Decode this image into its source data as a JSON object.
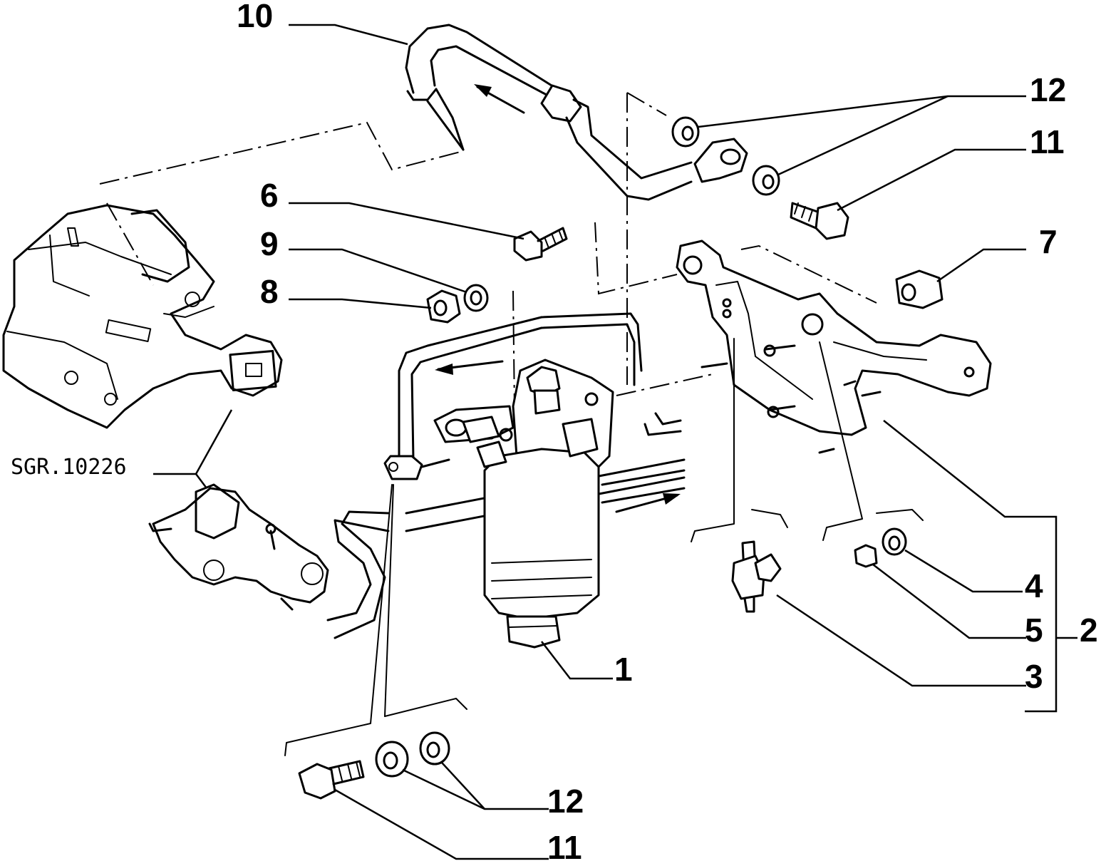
{
  "reference_code": "SGR.10226",
  "callouts": {
    "c1": "1",
    "c2": "2",
    "c3": "3",
    "c4": "4",
    "c5": "5",
    "c6": "6",
    "c7": "7",
    "c8": "8",
    "c9": "9",
    "c10": "10",
    "c11_top": "11",
    "c12_top": "12",
    "c11_bottom": "11",
    "c12_bottom": "12"
  }
}
